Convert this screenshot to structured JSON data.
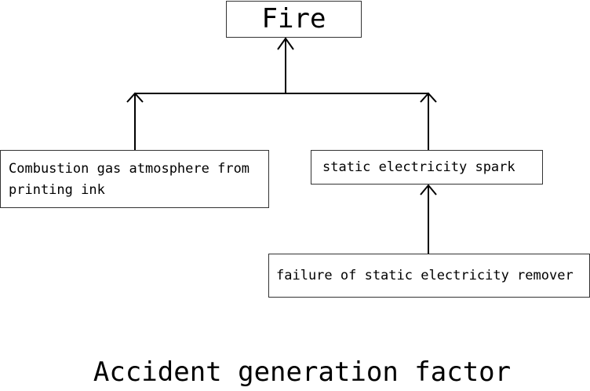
{
  "nodes": {
    "fire": "Fire",
    "combustion_gas": "Combustion gas atmosphere from printing ink",
    "static_spark": "static electricity spark",
    "remover_failure": "failure of static electricity remover"
  },
  "caption": "Accident generation factor"
}
